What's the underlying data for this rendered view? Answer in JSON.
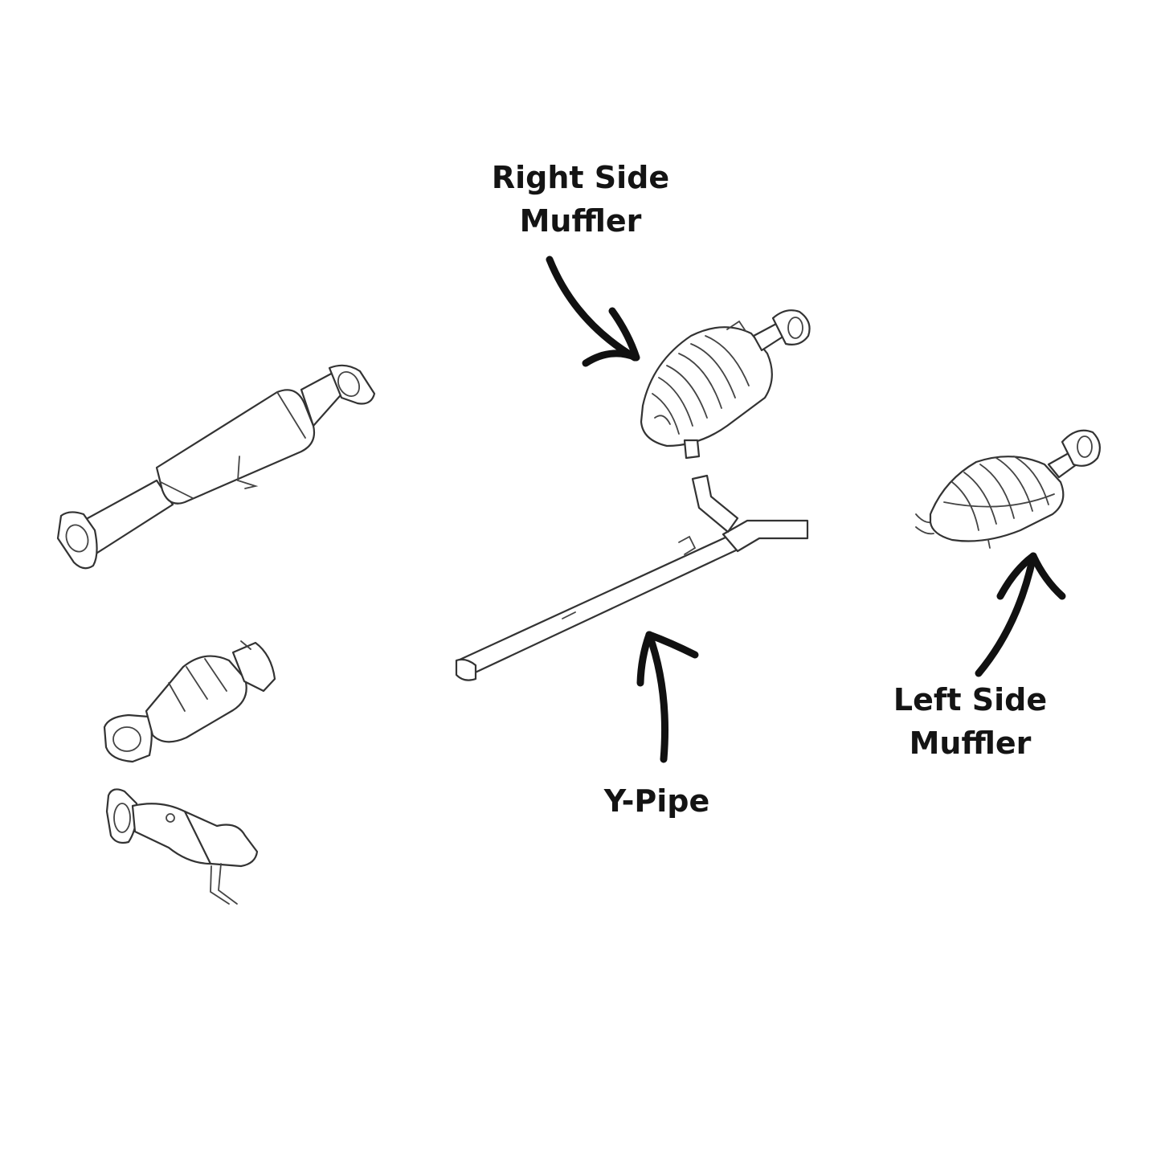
{
  "labels": {
    "right_side_muffler": [
      "Right Side",
      "Muffler"
    ],
    "left_side_muffler": [
      "Left Side",
      "Muffler"
    ],
    "y_pipe": "Y-Pipe"
  },
  "colors": {
    "background": "#ffffff",
    "line_art": "#333333",
    "arrow": "#111111",
    "text": "#141414"
  }
}
